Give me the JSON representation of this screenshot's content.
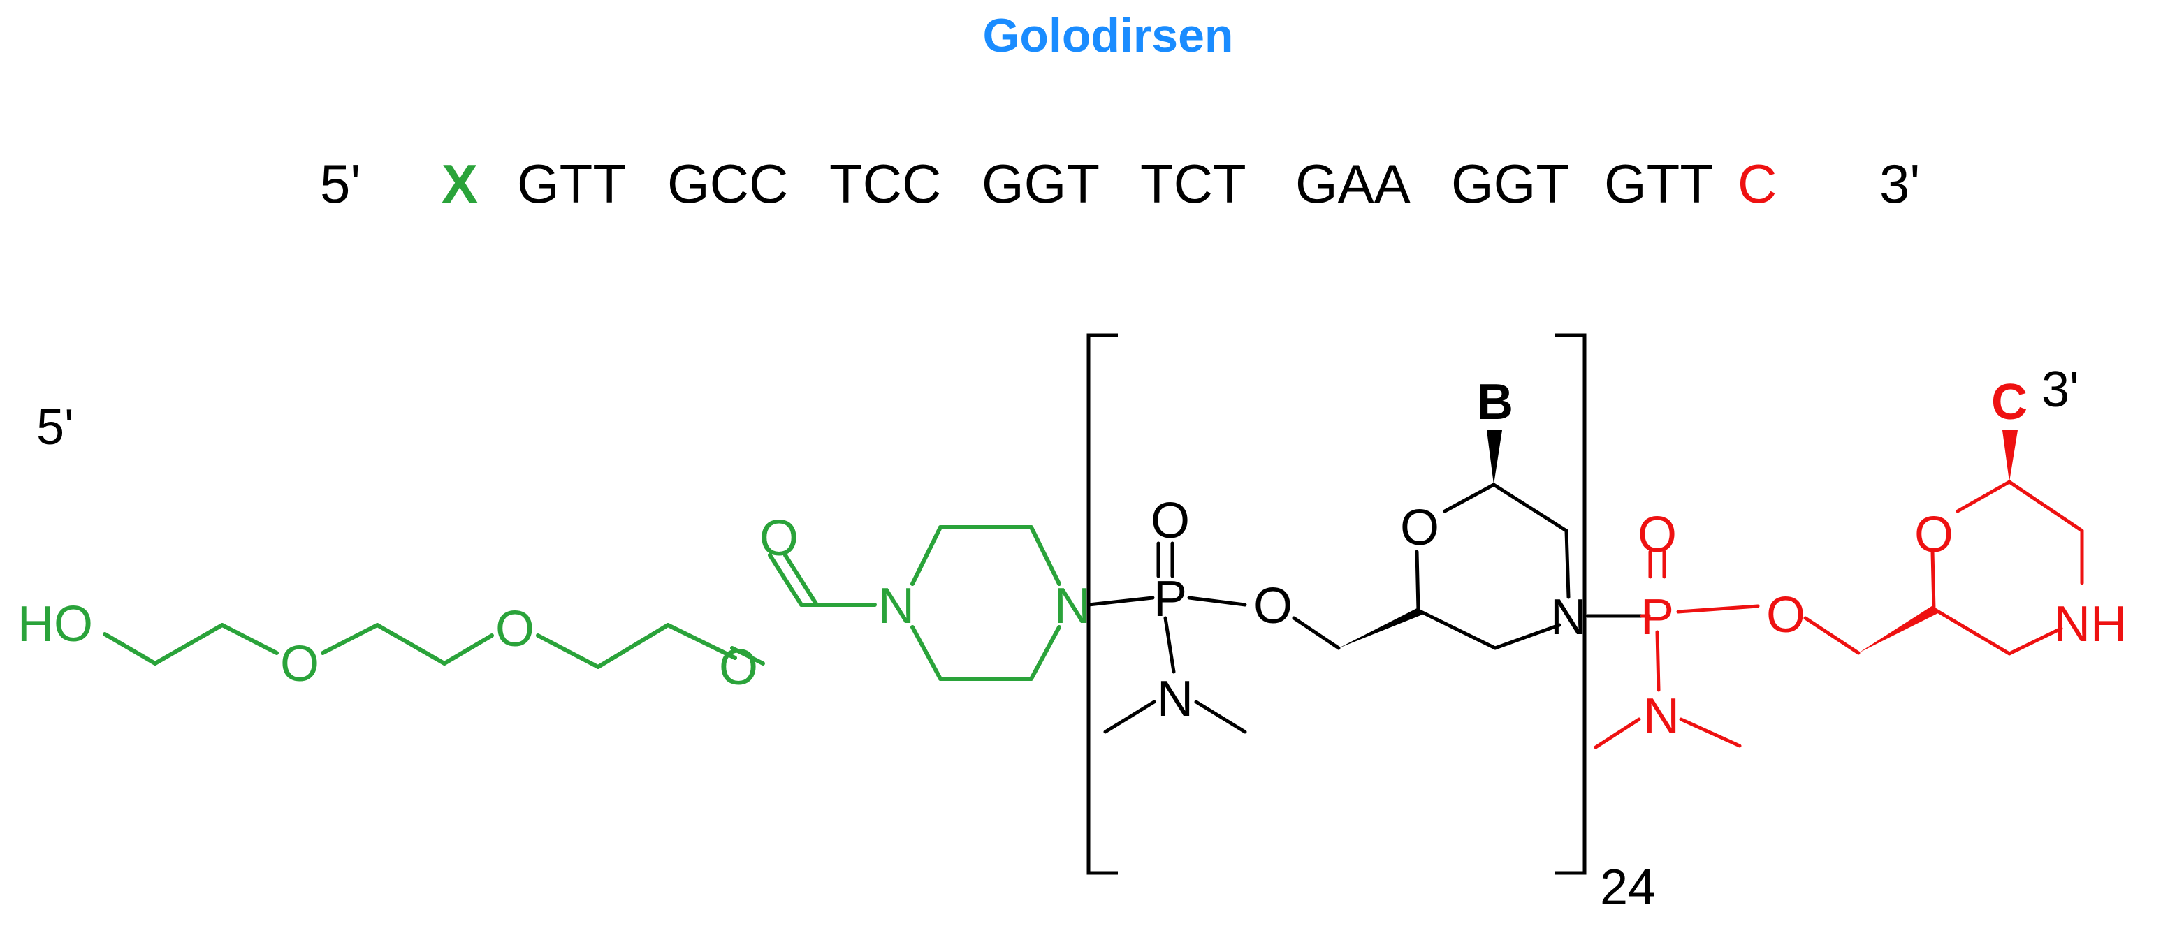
{
  "title": "Golodirsen",
  "sequence": {
    "five_prime": "5'",
    "conjugate": "X",
    "codons": [
      "GTT",
      "GCC",
      "TCC",
      "GGT",
      "TCT",
      "GAA",
      "GGT",
      "GTT"
    ],
    "terminal": "C",
    "three_prime": "3'"
  },
  "structure": {
    "five_prime": "5'",
    "three_prime": "3'",
    "linker": {
      "ho": "HO",
      "o1": "O",
      "o2": "O",
      "o3": "O",
      "carbonyl_o": "O",
      "n1": "N",
      "n2": "N"
    },
    "repeat_unit": {
      "p": "P",
      "p_oxo": "O",
      "p_o": "O",
      "n_me2": "N",
      "ring_o": "O",
      "ring_n": "N",
      "base": "B",
      "subscript": "24"
    },
    "terminal_unit": {
      "p": "P",
      "p_oxo": "O",
      "p_o": "O",
      "n_me2": "N",
      "ring_o": "O",
      "nh": "NH",
      "base": "C"
    }
  },
  "colors": {
    "title": "#1a8cff",
    "linker": "#2aa33a",
    "terminal": "#ee1111",
    "repeat": "#000000"
  }
}
